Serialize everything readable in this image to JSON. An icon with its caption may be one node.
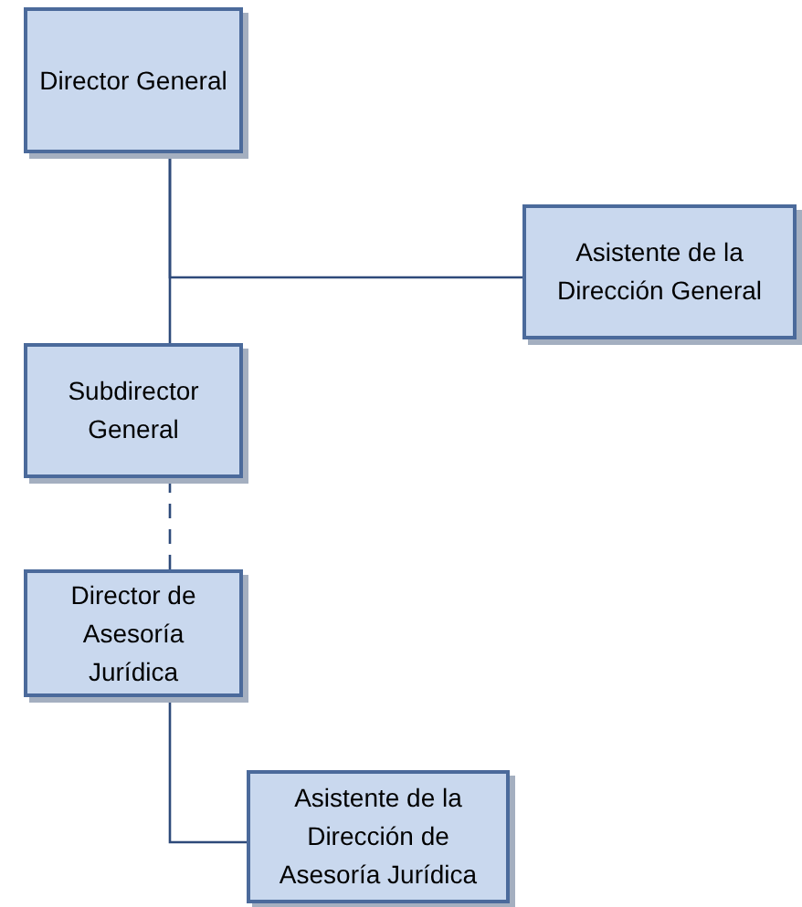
{
  "diagram": {
    "nodes": [
      {
        "text": [
          "Director General"
        ]
      },
      {
        "text": [
          "Asistente de la Dirección General"
        ]
      },
      {
        "text": [
          "Subdirector General"
        ]
      },
      {
        "text": [
          "Director de Asesoría Jurídica"
        ]
      },
      {
        "text": [
          "Asistente de la Dirección de Asesoría Jurídica"
        ]
      }
    ],
    "edges": [
      {
        "from": 0,
        "to": 1,
        "arrow": "none"
      },
      {
        "from": 0,
        "to": 2,
        "arrow": "none"
      },
      {
        "from": 2,
        "to": 3,
        "arrow": "none",
        "style": "dashed"
      },
      {
        "from": 3,
        "to": 4,
        "arrow": "none"
      }
    ]
  }
}
